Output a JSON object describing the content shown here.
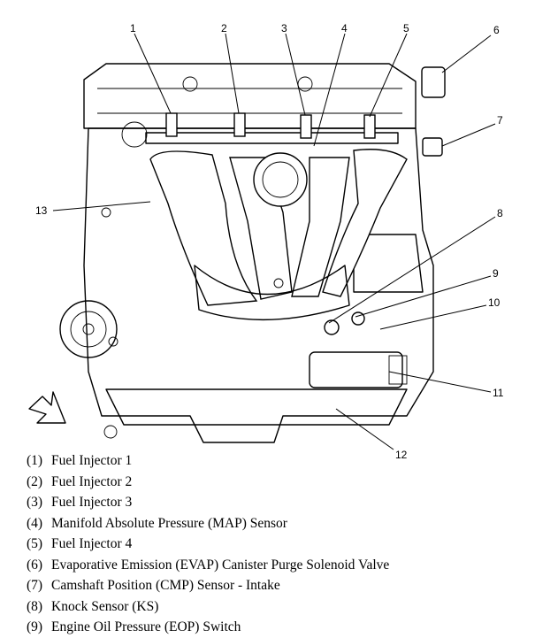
{
  "callouts": [
    {
      "label": "1"
    },
    {
      "label": "2"
    },
    {
      "label": "3"
    },
    {
      "label": "4"
    },
    {
      "label": "5"
    },
    {
      "label": "6"
    },
    {
      "label": "7"
    },
    {
      "label": "8"
    },
    {
      "label": "9"
    },
    {
      "label": "10"
    },
    {
      "label": "11"
    },
    {
      "label": "12"
    },
    {
      "label": "13"
    }
  ],
  "legend": [
    {
      "num": "(1)",
      "text": "Fuel Injector 1"
    },
    {
      "num": "(2)",
      "text": "Fuel Injector 2"
    },
    {
      "num": "(3)",
      "text": "Fuel Injector 3"
    },
    {
      "num": "(4)",
      "text": "Manifold Absolute Pressure (MAP) Sensor"
    },
    {
      "num": "(5)",
      "text": "Fuel Injector 4"
    },
    {
      "num": "(6)",
      "text": "Evaporative Emission (EVAP) Canister Purge Solenoid Valve"
    },
    {
      "num": "(7)",
      "text": "Camshaft Position (CMP) Sensor - Intake"
    },
    {
      "num": "(8)",
      "text": "Knock Sensor (KS)"
    },
    {
      "num": "(9)",
      "text": "Engine Oil Pressure (EOP) Switch"
    }
  ]
}
